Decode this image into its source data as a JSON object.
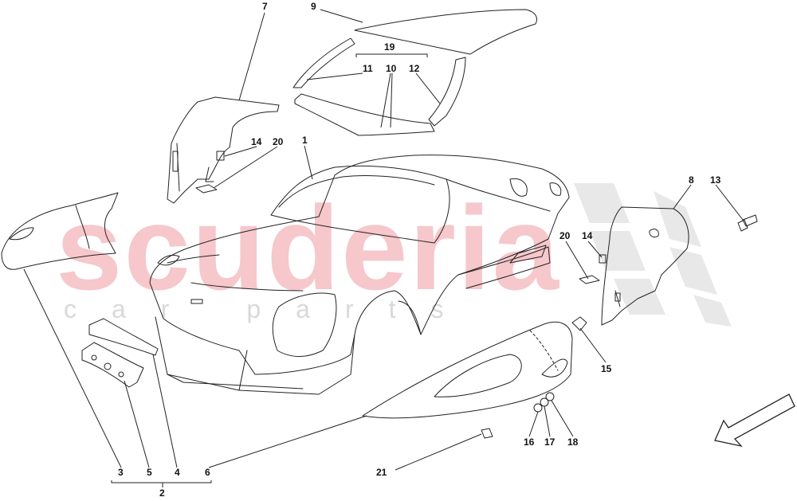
{
  "watermark": {
    "brand": "scuderia",
    "sub": "car parts"
  },
  "callouts": [
    {
      "id": "1",
      "text": "1"
    },
    {
      "id": "2",
      "text": "2"
    },
    {
      "id": "3",
      "text": "3"
    },
    {
      "id": "4",
      "text": "4"
    },
    {
      "id": "5",
      "text": "5"
    },
    {
      "id": "6",
      "text": "6"
    },
    {
      "id": "7",
      "text": "7"
    },
    {
      "id": "8",
      "text": "8"
    },
    {
      "id": "9",
      "text": "9"
    },
    {
      "id": "10",
      "text": "10"
    },
    {
      "id": "11",
      "text": "11"
    },
    {
      "id": "12",
      "text": "12"
    },
    {
      "id": "13",
      "text": "13"
    },
    {
      "id": "14a",
      "text": "14"
    },
    {
      "id": "14b",
      "text": "14"
    },
    {
      "id": "15",
      "text": "15"
    },
    {
      "id": "16",
      "text": "16"
    },
    {
      "id": "17",
      "text": "17"
    },
    {
      "id": "18",
      "text": "18"
    },
    {
      "id": "19",
      "text": "19"
    },
    {
      "id": "20a",
      "text": "20"
    },
    {
      "id": "20b",
      "text": "20"
    },
    {
      "id": "21",
      "text": "21"
    }
  ],
  "colors": {
    "line": "#222222",
    "watermark_red": "#f6c7cb",
    "watermark_grey": "#d9d9d9",
    "checker": "#e6e6e6"
  },
  "icons": {
    "direction_arrow": "front-direction-arrow-icon",
    "checker_flag": "checkered-flag-icon"
  }
}
